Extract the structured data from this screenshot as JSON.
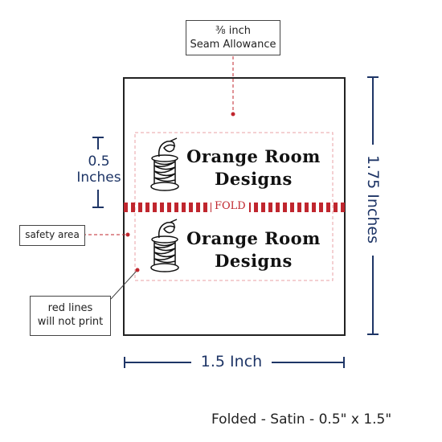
{
  "seam_callout": {
    "line1": "⅜ inch",
    "line2": "Seam Allowance"
  },
  "safety_callout": {
    "label": "safety area"
  },
  "red_lines_callout": {
    "line1": "red lines",
    "line2": "will not print"
  },
  "dimensions": {
    "height_small": {
      "line1": "0.5",
      "line2": "Inches"
    },
    "height_total": "1.75 Inches",
    "width": "1.5 Inch"
  },
  "label": {
    "top_line1": "Orange Room",
    "top_line2": "Designs",
    "bottom_line1": "Orange Room",
    "bottom_line2": "Designs",
    "fold_text": "FOLD",
    "logo_icon": "thread-spool-icon"
  },
  "caption": "Folded - Satin - 0.5\" x 1.5\"",
  "colors": {
    "dimension": "#1e3566",
    "red_lines": "#c0262e",
    "safety_dash": "#e8a0a6",
    "outline": "#222222"
  }
}
